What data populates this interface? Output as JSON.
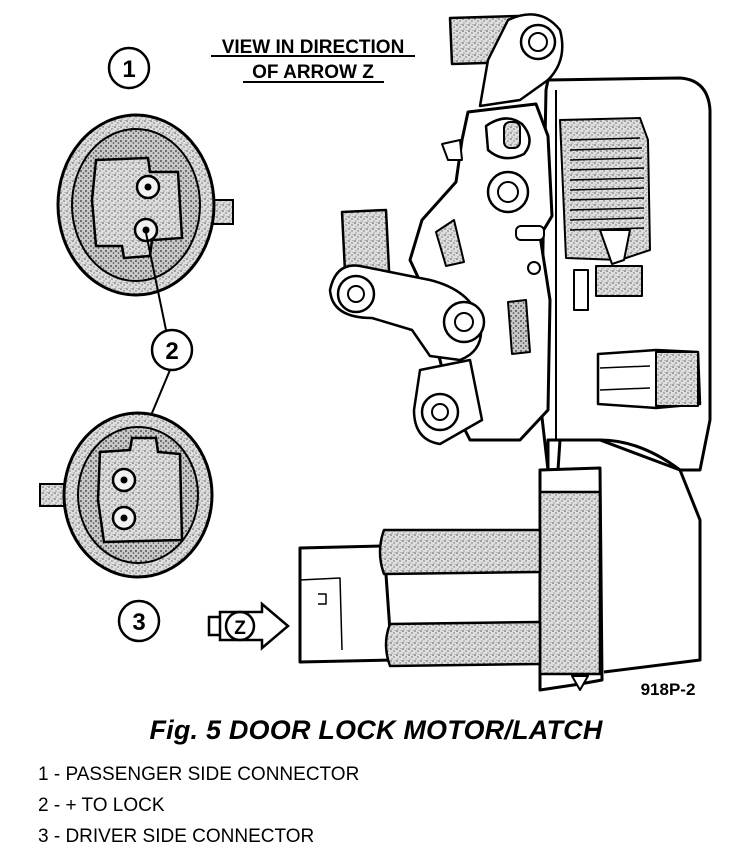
{
  "view_title": {
    "line1": "VIEW IN DIRECTION",
    "line2": "OF ARROW Z"
  },
  "callouts": {
    "one": "1",
    "two": "2",
    "three": "3",
    "arrow": "Z"
  },
  "figure_code": "918P-2",
  "caption": "Fig. 5 DOOR LOCK MOTOR/LATCH",
  "legend": [
    "1 - PASSENGER SIDE CONNECTOR",
    "2 - + TO LOCK",
    "3 - DRIVER SIDE CONNECTOR"
  ]
}
